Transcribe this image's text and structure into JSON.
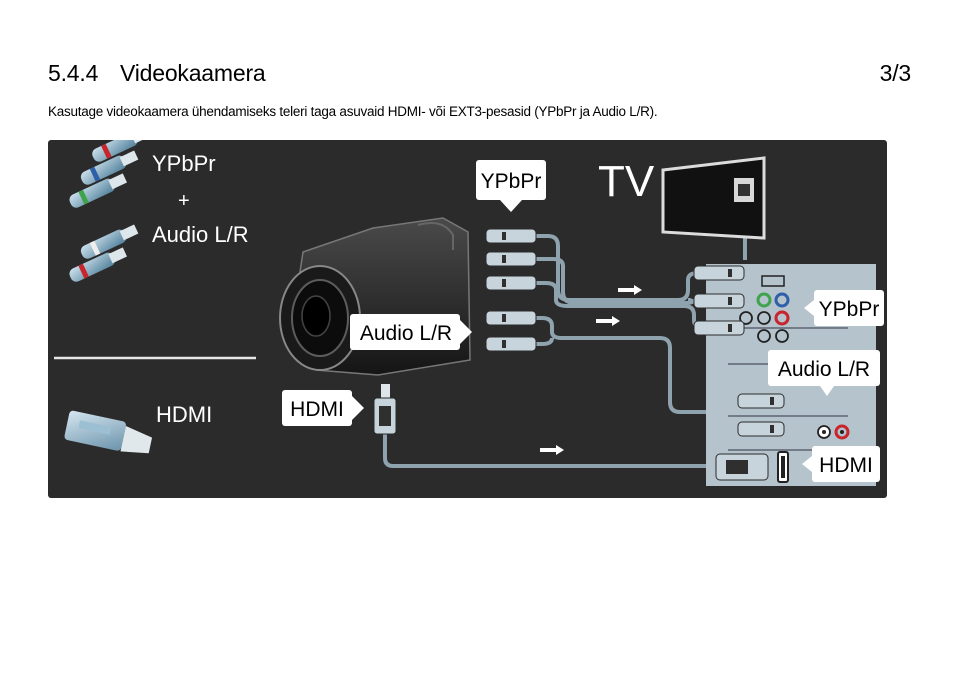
{
  "section": {
    "number": "5.4.4",
    "title": "Videokaamera",
    "page": "3/3"
  },
  "intro_text": "Kasutage videokaamera ühendamiseks teleri taga asuvaid HDMI- või EXT3-pesasid (YPbPr ja Audio L/R).",
  "legend": {
    "component_label": "YPbPr",
    "plus_label": "+",
    "audio_label": "Audio L/R",
    "hdmi_label": "HDMI"
  },
  "callouts": {
    "camera_ypbpr": "YPbPr",
    "camera_audio": "Audio L/R",
    "camera_hdmi": "HDMI",
    "tv_label": "TV",
    "tv_ypbpr": "YPbPr",
    "tv_audio": "Audio L/R",
    "tv_hdmi": "HDMI"
  },
  "colors": {
    "panel_bg": "#2b2b2b",
    "cable": "#8fa3ae",
    "tv_panel": "#b5c3cc",
    "jack_green": "#3fa34d",
    "jack_blue": "#2f5fa8",
    "jack_red": "#c8252d"
  }
}
